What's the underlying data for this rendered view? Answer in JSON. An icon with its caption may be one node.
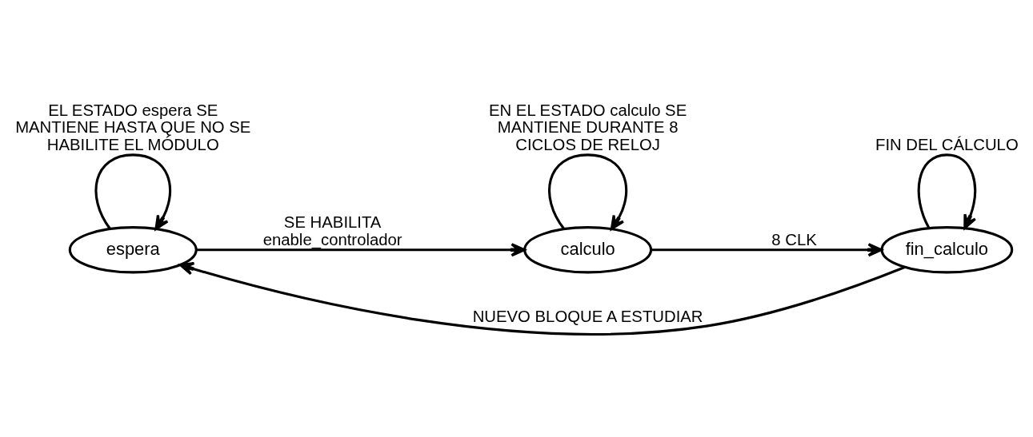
{
  "diagram": {
    "nodes": [
      {
        "text": [
          "espera"
        ]
      },
      {
        "text": [
          "calculo"
        ]
      },
      {
        "text": [
          "fin_calculo"
        ]
      }
    ],
    "edges": [
      {
        "from": 0,
        "to": 0,
        "arrow": "to",
        "label": "EL ESTADO espera SE MANTIENE HASTA QUE NO SE HABILITE EL MÓDULO"
      },
      {
        "from": 0,
        "to": 1,
        "arrow": "to",
        "label": "SE HABILITA enable_controlador"
      },
      {
        "from": 1,
        "to": 1,
        "arrow": "to",
        "label": "EN EL ESTADO calculo SE MANTIENE DURANTE 8 CICLOS DE RELOJ"
      },
      {
        "from": 1,
        "to": 2,
        "arrow": "to",
        "label": "8 CLK"
      },
      {
        "from": 2,
        "to": 2,
        "arrow": "to",
        "label": "FIN DEL CÁLCULO"
      },
      {
        "from": 2,
        "to": 0,
        "arrow": "to",
        "label": "NUEVO BLOQUE A ESTUDIAR"
      }
    ]
  }
}
